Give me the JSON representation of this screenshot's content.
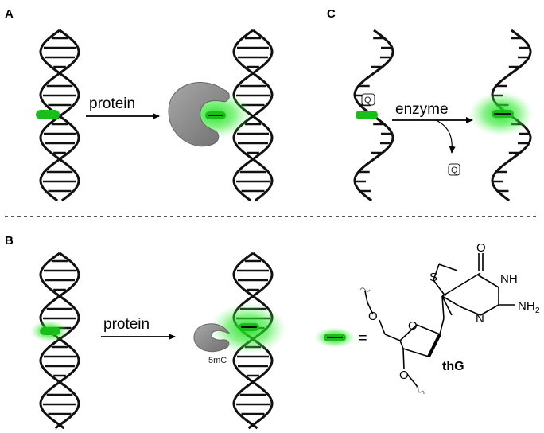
{
  "panels": {
    "a": {
      "letter": "A",
      "arrow_label": "protein"
    },
    "b": {
      "letter": "B",
      "arrow_label": "protein",
      "mark_label": "5mC"
    },
    "c": {
      "letter": "C",
      "arrow_label": "enzyme",
      "quencher_label": "Q",
      "released_quencher_label": "Q"
    }
  },
  "chemistry": {
    "compound_name": "thG",
    "atoms": {
      "carbonyl_o": "O",
      "nh": "NH",
      "n_ring": "N",
      "nh2": "NH",
      "nh2_subscript": "2",
      "s": "S",
      "ring_o": "O",
      "o_5prime": "O",
      "o_3prime": "O"
    },
    "equals_sign": "="
  },
  "colors": {
    "glow": "#22dd22",
    "fluorophore": "#1bbd1b",
    "protein": "#8a8a8a",
    "strand": "#111111"
  }
}
